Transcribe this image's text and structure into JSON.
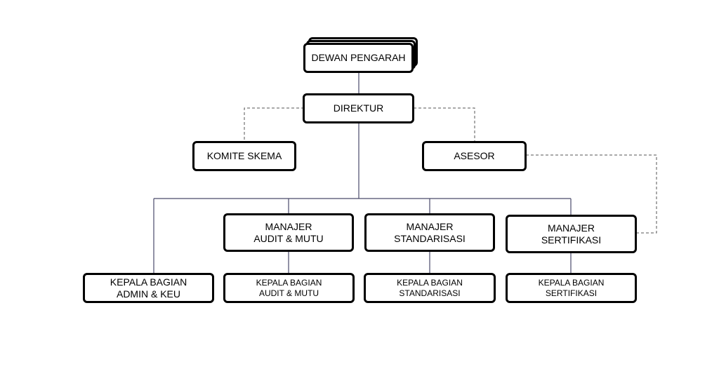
{
  "colors": {
    "solid_connector": "#4a4a6a",
    "dashed_connector": "#555555",
    "box_border": "#000000"
  },
  "nodes": {
    "dewan_pengarah": {
      "label": "DEWAN PENGARAH"
    },
    "direktur": {
      "label": "DIREKTUR"
    },
    "komite_skema": {
      "label": "KOMITE SKEMA"
    },
    "asesor": {
      "label": "ASESOR"
    },
    "manajer_audit": {
      "line1": "MANAJER",
      "line2": "AUDIT & MUTU"
    },
    "manajer_standarisasi": {
      "line1": "MANAJER",
      "line2": "STANDARISASI"
    },
    "manajer_sertifikasi": {
      "line1": "MANAJER",
      "line2": "SERTIFIKASI"
    },
    "kabag_admin": {
      "line1": "KEPALA BAGIAN",
      "line2": "ADMIN & KEU"
    },
    "kabag_audit": {
      "line1": "KEPALA BAGIAN",
      "line2": "AUDIT & MUTU"
    },
    "kabag_standarisasi": {
      "line1": "KEPALA BAGIAN",
      "line2": "STANDARISASI"
    },
    "kabag_sertifikasi": {
      "line1": "KEPALA BAGIAN",
      "line2": "SERTIFIKASI"
    }
  }
}
